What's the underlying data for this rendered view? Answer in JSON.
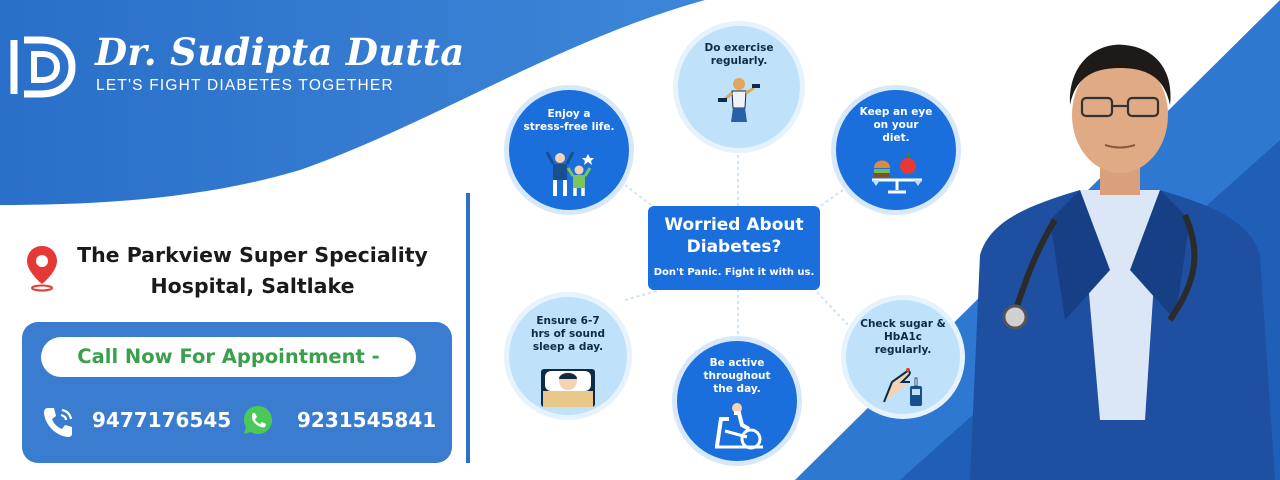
{
  "brand": {
    "name": "Dr. Sudipta Dutta",
    "tagline": "LET'S FIGHT DIABETES TOGETHER",
    "logo_icon": "dd-logo-icon"
  },
  "address": {
    "icon": "location-pin-icon",
    "text": "The Parkview Super Speciality Hospital, Saltlake"
  },
  "contact": {
    "call_label": "Call Now For Appointment -",
    "phone_icon": "phone-icon",
    "phone": "9477176545",
    "whatsapp_icon": "whatsapp-icon",
    "whatsapp": "9231545841"
  },
  "center": {
    "title": "Worried About\nDiabetes?",
    "subtitle": "Don't Panic. Fight it with us."
  },
  "tips": [
    {
      "text": "Do exercise\nregularly.",
      "icon": "exercise-icon"
    },
    {
      "text": "Keep an eye\non your\ndiet.",
      "icon": "diet-scale-icon"
    },
    {
      "text": "Check sugar &\nHbA1c\nregularly.",
      "icon": "glucometer-icon"
    },
    {
      "text": "Be active\nthroughout\nthe day.",
      "icon": "exercise-bike-icon"
    },
    {
      "text": "Ensure 6-7\nhrs of sound\nsleep a day.",
      "icon": "sleep-icon"
    },
    {
      "text": "Enjoy a\nstress-free life.",
      "icon": "happy-people-icon"
    }
  ],
  "colors": {
    "primary_blue": "#3a7dd0",
    "tip_dark": "#1a6fdc",
    "tip_light": "#bfe2fa",
    "cta_green": "#3aa04b"
  },
  "doctor_photo": "doctor-portrait"
}
